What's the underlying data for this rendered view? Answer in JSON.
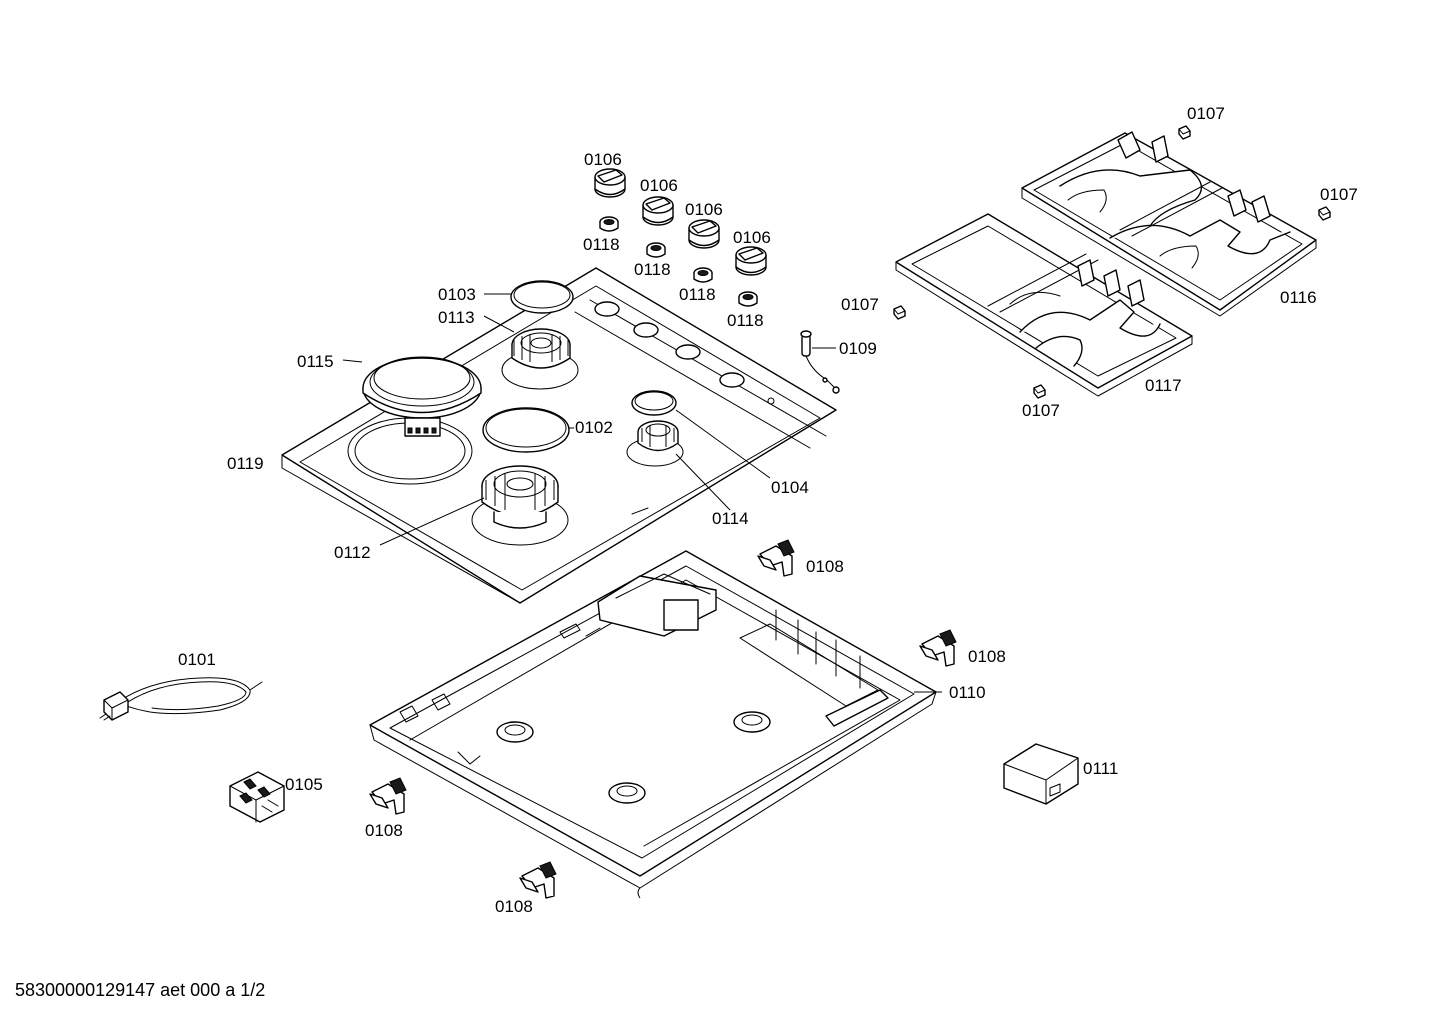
{
  "callouts": {
    "p0101": "0101",
    "p0102": "0102",
    "p0103": "0103",
    "p0104": "0104",
    "p0105": "0105",
    "p0106": "0106",
    "p0107": "0107",
    "p0108": "0108",
    "p0109": "0109",
    "p0110": "0110",
    "p0111": "0111",
    "p0112": "0112",
    "p0113": "0113",
    "p0114": "0114",
    "p0115": "0115",
    "p0116": "0116",
    "p0117": "0117",
    "p0118": "0118",
    "p0119": "0119"
  },
  "footer": {
    "document_code": "58300000129147 aet 000 a 1/2"
  }
}
